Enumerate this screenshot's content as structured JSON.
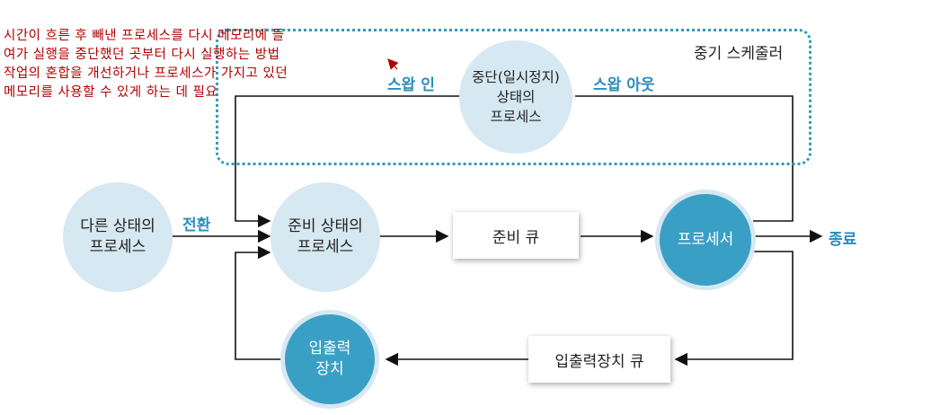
{
  "annotation": {
    "lines": [
      "시간이 흐른 후 빼낸 프로세스를 다시 메모리에 들",
      "여가 실행을 중단했던 곳부터 다시 실행하는 방법",
      "작업의 혼합을 개선하거나 프로세스가 가지고 있던",
      "메모리를 사용할 수 있게 하는 데 필요"
    ]
  },
  "region": {
    "label": "중기 스케줄러"
  },
  "labels": {
    "swap_in": "스왑 인",
    "swap_out": "스왑 아웃",
    "transition": "전환",
    "exit": "종료"
  },
  "nodes": {
    "suspended": "중단(일시정지)\n상태의\n프로세스",
    "other_state": "다른 상태의\n프로세스",
    "ready_state": "준비 상태의\n프로세스",
    "processor": "프로세서",
    "io_device": "입출력\n장치"
  },
  "queues": {
    "ready_queue": "준비 큐",
    "io_queue": "입출력장치 큐"
  },
  "colors": {
    "light_node": "#d6e8f1",
    "dark_node": "#3a9fc4",
    "accent_label": "#2a8dbf",
    "dotted_border": "#2f9cb7",
    "annotation_text": "#b00000"
  }
}
